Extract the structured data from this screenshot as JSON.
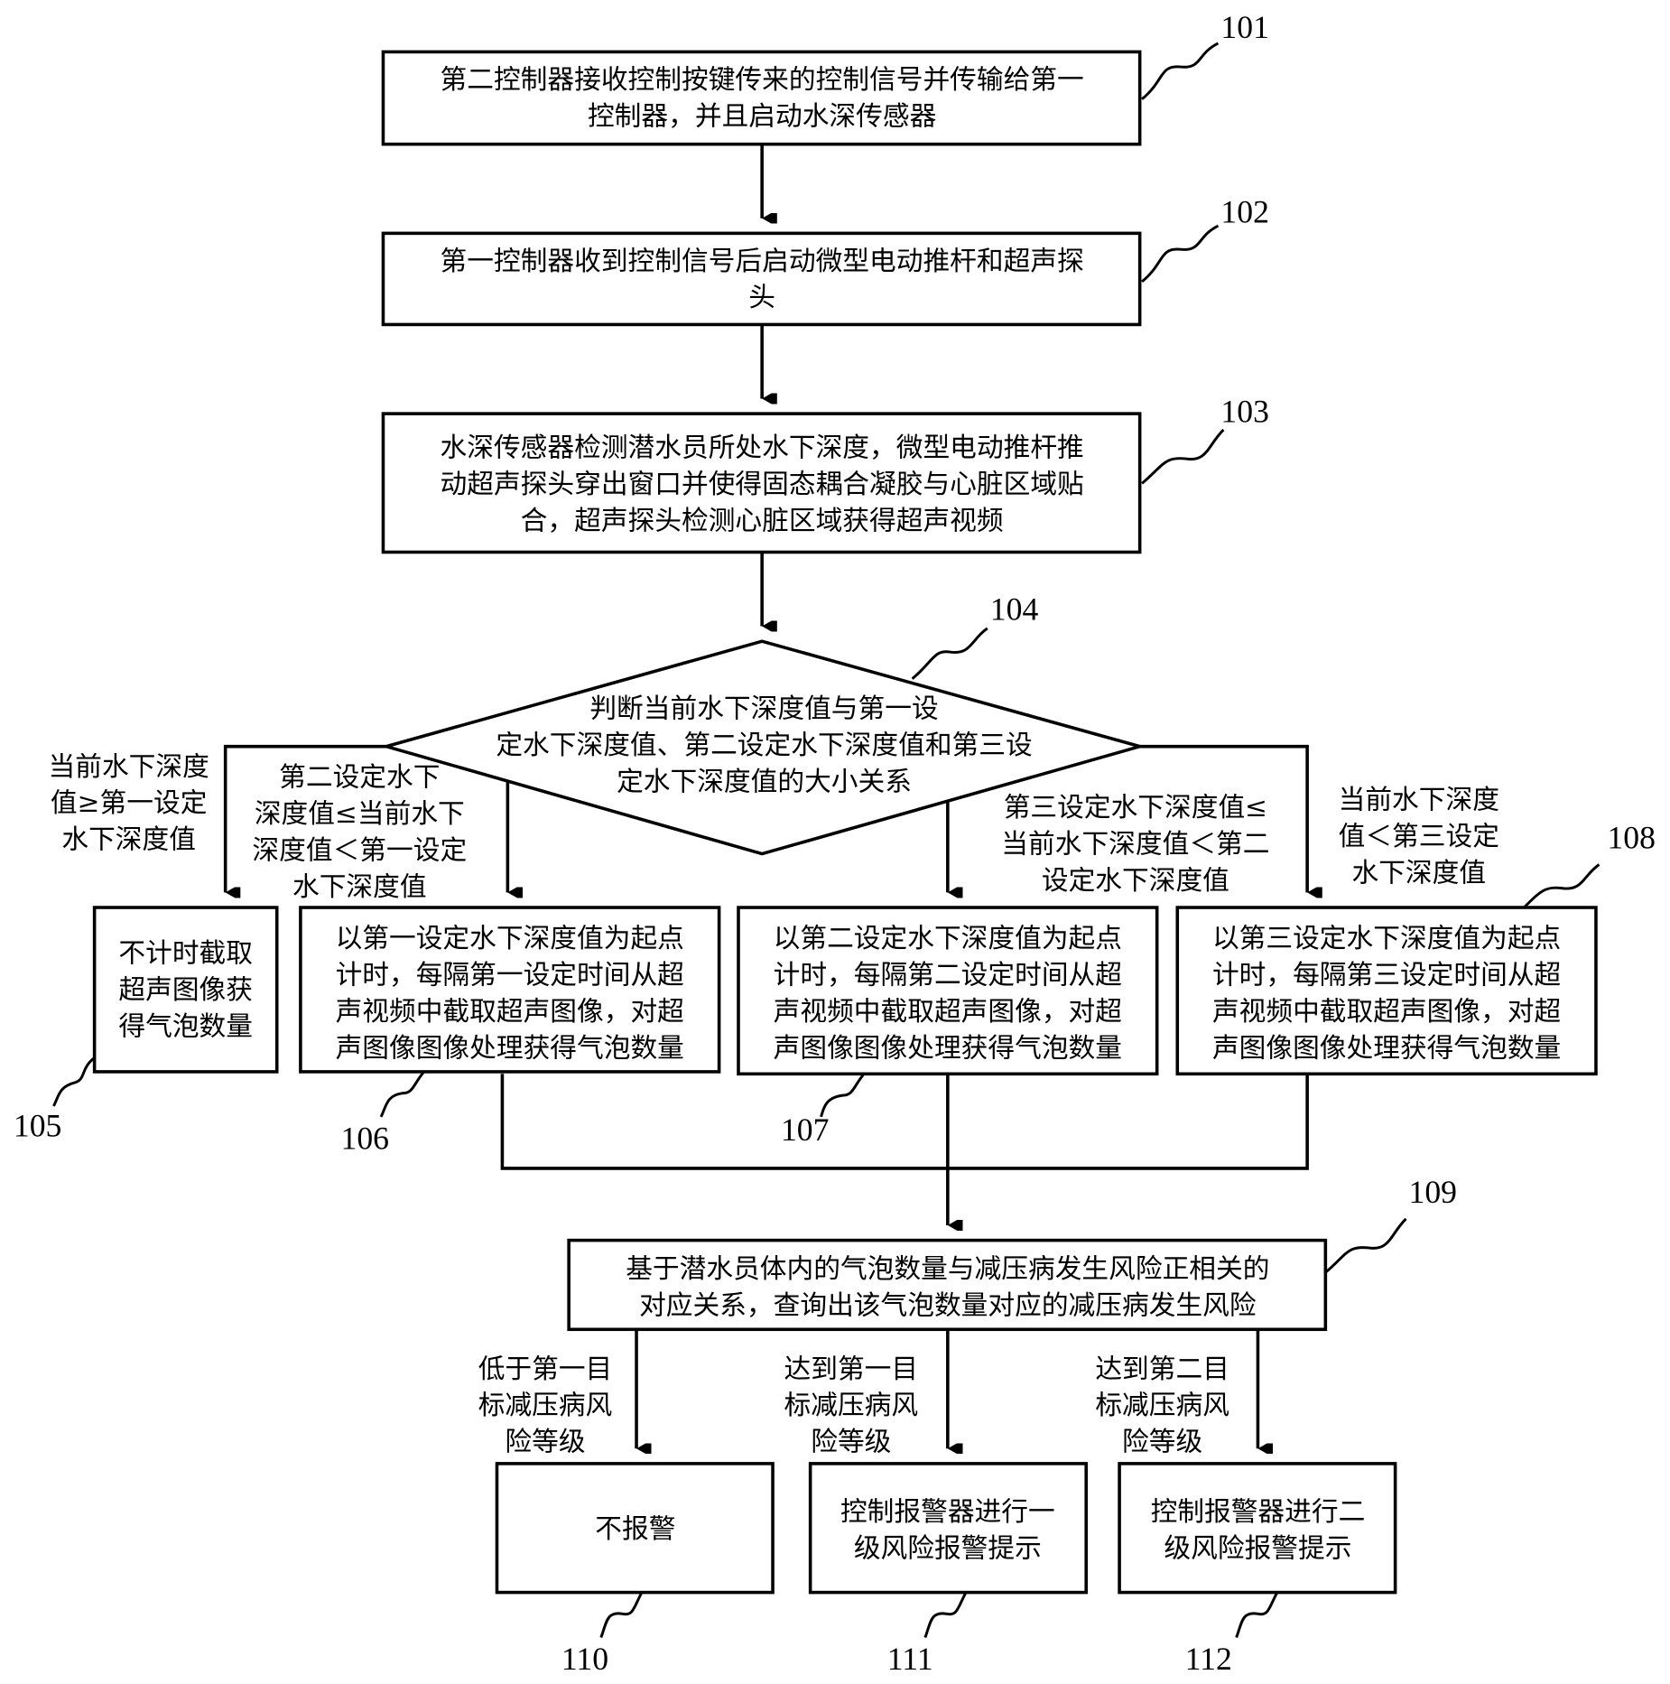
{
  "steps": {
    "s101": {
      "num": "101",
      "lines": [
        "第二控制器接收控制按键传来的控制信号并传输给第一",
        "控制器，并且启动水深传感器"
      ]
    },
    "s102": {
      "num": "102",
      "lines": [
        "第一控制器收到控制信号后启动微型电动推杆和超声探",
        "头"
      ]
    },
    "s103": {
      "num": "103",
      "lines": [
        "水深传感器检测潜水员所处水下深度，微型电动推杆推",
        "动超声探头穿出窗口并使得固态耦合凝胶与心脏区域贴",
        "合，超声探头检测心脏区域获得超声视频"
      ]
    },
    "s104": {
      "num": "104",
      "lines": [
        "判断当前水下深度值与第一设",
        "定水下深度值、第二设定水下深度值和第三设",
        "定水下深度值的大小关系"
      ]
    },
    "s105": {
      "num": "105",
      "lines": [
        "不计时截取",
        "超声图像获",
        "得气泡数量"
      ]
    },
    "s106": {
      "num": "106",
      "lines": [
        "以第一设定水下深度值为起点",
        "计时，每隔第一设定时间从超",
        "声视频中截取超声图像，对超",
        "声图像图像处理获得气泡数量"
      ]
    },
    "s107": {
      "num": "107",
      "lines": [
        "以第二设定水下深度值为起点",
        "计时，每隔第二设定时间从超",
        "声视频中截取超声图像，对超",
        "声图像图像处理获得气泡数量"
      ]
    },
    "s108": {
      "num": "108",
      "lines": [
        "以第三设定水下深度值为起点",
        "计时，每隔第三设定时间从超",
        "声视频中截取超声图像，对超",
        "声图像图像处理获得气泡数量"
      ]
    },
    "s109": {
      "num": "109",
      "lines": [
        "基于潜水员体内的气泡数量与减压病发生风险正相关的",
        "对应关系，查询出该气泡数量对应的减压病发生风险"
      ]
    },
    "s110": {
      "num": "110",
      "lines": [
        "不报警"
      ]
    },
    "s111": {
      "num": "111",
      "lines": [
        "控制报警器进行一",
        "级风险报警提示"
      ]
    },
    "s112": {
      "num": "112",
      "lines": [
        "控制报警器进行二",
        "级风险报警提示"
      ]
    }
  },
  "conditions": {
    "c105": [
      "当前水下深度",
      "值≥第一设定",
      "水下深度值"
    ],
    "c106": [
      "第二设定水下",
      "深度值≤当前水下",
      "深度值＜第一设定",
      "水下深度值"
    ],
    "c107": [
      "第三设定水下深度值≤",
      "当前水下深度值＜第二",
      "设定水下深度值"
    ],
    "c108": [
      "当前水下深度",
      "值＜第三设定",
      "水下深度值"
    ],
    "c110": [
      "低于第一目",
      "标减压病风",
      "险等级"
    ],
    "c111": [
      "达到第一目",
      "标减压病风",
      "险等级"
    ],
    "c112": [
      "达到第二目",
      "标减压病风",
      "险等级"
    ]
  }
}
